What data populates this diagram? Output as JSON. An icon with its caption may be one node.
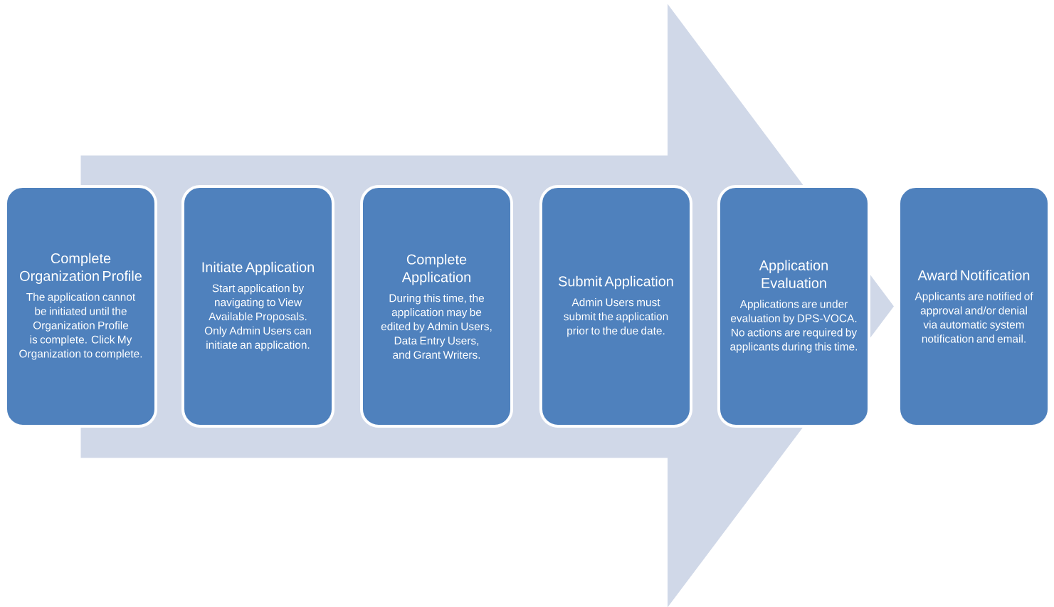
{
  "diagram": {
    "nodes": [
      {
        "text": [
          "Complete Organization Profile",
          "The application cannot be initiated until the Organization Profile is complete. Click My Organization to complete."
        ]
      },
      {
        "text": [
          "Initiate Application",
          "Start application by navigating to View Available Proposals. Only Admin Users can initiate an application."
        ]
      },
      {
        "text": [
          "Complete Application",
          "During this time, the application may be edited by Admin Users, Data Entry Users, and Grant Writers."
        ]
      },
      {
        "text": [
          "Submit Application",
          "Admin Users must submit the application prior to the due date."
        ]
      },
      {
        "text": [
          "Application Evaluation",
          "Applications are under evaluation by DPS-VOCA. No actions are required by applicants during this time."
        ]
      },
      {
        "text": [
          "Award Notification",
          "Applicants are notified of approval and/or denial via automatic system notification and email."
        ]
      }
    ],
    "edges": [
      {
        "from": 0,
        "to": 5,
        "arrow": "to"
      }
    ]
  }
}
